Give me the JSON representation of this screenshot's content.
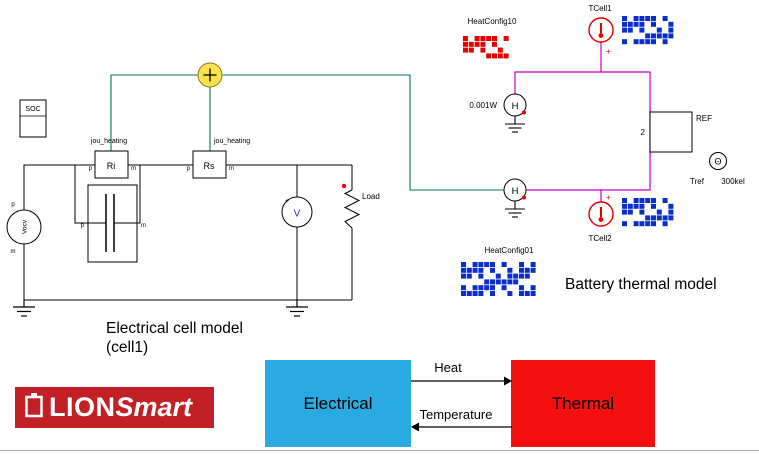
{
  "colors": {
    "wire_green": "#007a4d",
    "wire_magenta": "#c800c8",
    "sum_yellow": "#ffe34d",
    "heat_red": "#e60000",
    "block_blue": "#0a2ecc",
    "electrical_cyan": "#29abe2",
    "thermal_red": "#f50f0f",
    "logo_red": "#c32026",
    "sensor_blue": "#2a2ad0"
  },
  "electrical": {
    "title_line1": "Electrical cell model",
    "title_line2": "(cell1)",
    "soc": "SOC",
    "vocv": "Vocv",
    "ri": "Ri",
    "rs": "Rs",
    "jou_heating_ri": "jou_heating",
    "jou_heating_rs": "jou_heating",
    "load": "Load",
    "volt_sensor": "V",
    "plus": "+",
    "pin_p": "p",
    "pin_m": "m"
  },
  "thermal": {
    "title": "Battery thermal model",
    "tcell1": "TCell1",
    "tcell2": "TCell2",
    "heatconfig10": "HeatConfig10",
    "heatconfig01": "HeatConfig01",
    "heat_value": "0.001W",
    "h": "H",
    "ref": "REF",
    "ref_port": "2",
    "tref_label": "Tref",
    "tref_value": "300kel",
    "theta": "Θ",
    "plus": "+"
  },
  "legend": {
    "electrical": "Electrical",
    "thermal": "Thermal",
    "heat": "Heat",
    "temperature": "Temperature"
  },
  "logo": {
    "lion": "LION",
    "smart": "Smart"
  }
}
